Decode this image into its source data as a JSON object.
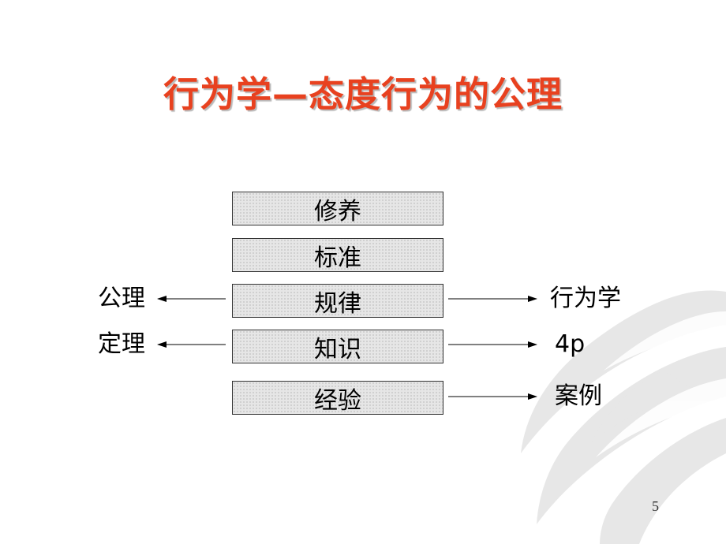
{
  "title": "行为学—态度行为的公理",
  "stack": [
    "修养",
    "标准",
    "规律",
    "知识",
    "经验"
  ],
  "left_labels": {
    "row3": "公理",
    "row4": "定理"
  },
  "right_labels": {
    "row3": "行为学",
    "row4": "4p",
    "row5": "案例"
  },
  "page_number": "5",
  "colors": {
    "title": "#e8411f",
    "box_fill": "#e6e6e6",
    "swirl": "#e3e3e3"
  }
}
